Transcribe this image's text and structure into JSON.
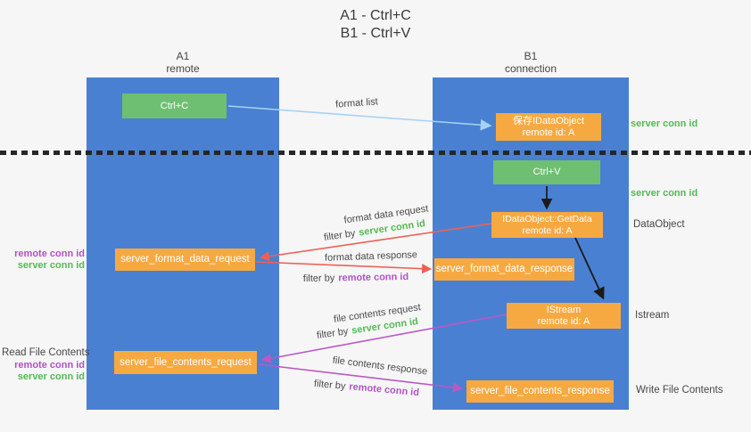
{
  "title": {
    "line1": "A1 - Ctrl+C",
    "line2": "B1 - Ctrl+V"
  },
  "lanes": {
    "left": {
      "name": "A1",
      "subtitle": "remote"
    },
    "right": {
      "name": "B1",
      "subtitle": "connection"
    }
  },
  "boxes": {
    "ctrl_c": {
      "label": "Ctrl+C"
    },
    "save_dataobject": {
      "line1": "保存IDataObject",
      "line2": "remote id: A"
    },
    "ctrl_v": {
      "label": "Ctrl+V"
    },
    "getdata": {
      "line1": "IDataObject::GetData",
      "line2": "remote id: A"
    },
    "format_request": {
      "label": "server_format_data_request"
    },
    "format_response": {
      "label": "server_format_data_response"
    },
    "istream": {
      "line1": "IStream",
      "line2": "remote id: A"
    },
    "file_request": {
      "label": "server_file_contents_request"
    },
    "file_response": {
      "label": "server_file_contents_response"
    }
  },
  "side_labels": {
    "server_conn_top": "server conn id",
    "server_conn_mid": "server conn id",
    "dataobject": "DataObject",
    "istream": "Istream",
    "write_file": "Write File Contents",
    "read_file": "Read File Contents",
    "group1": {
      "remote": "remote conn id",
      "server": "server conn id"
    },
    "group2": {
      "remote": "remote conn id",
      "server": "server conn id"
    }
  },
  "arrows": {
    "format_list": {
      "label": "format list"
    },
    "format_request": {
      "label": "format data request",
      "filter_prefix": "filter by",
      "filter_key": "server conn id"
    },
    "format_response": {
      "label": "format data response",
      "filter_prefix": "filter by",
      "filter_key": "remote conn id"
    },
    "file_request": {
      "label": "file contents request",
      "filter_prefix": "filter by",
      "filter_key": "server conn id"
    },
    "file_response": {
      "label": "file contents response",
      "filter_prefix": "filter by",
      "filter_key": "remote conn id"
    }
  },
  "colors": {
    "lane_blue": "#4a80d2",
    "green_box": "#6fbf72",
    "orange_box": "#f7a941",
    "green_text": "#55b855",
    "purple_text": "#b052c4",
    "red_arrow": "#ec6156",
    "magenta_arrow": "#bb58c5",
    "light_blue_arrow": "#a5d2f3",
    "black_arrow": "#1a1a1a"
  }
}
